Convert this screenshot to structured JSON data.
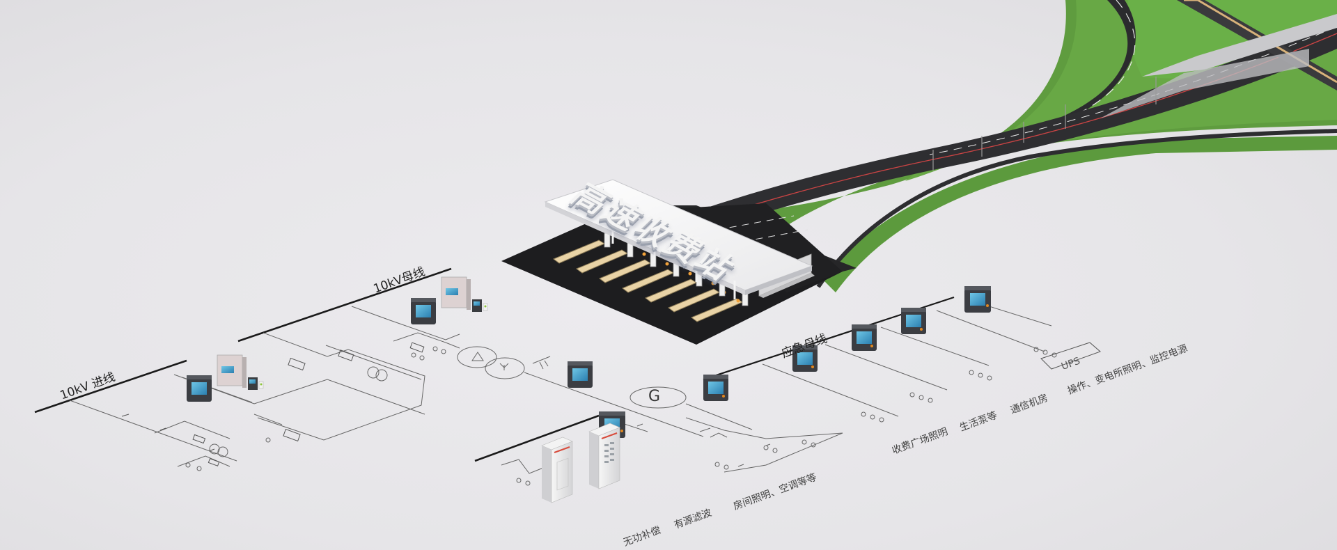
{
  "scene": {
    "toll_sign": "高速收费站",
    "labels": {
      "incoming_10kv": "10kV 进线",
      "bus_10kv": "10kV母线",
      "emergency_bus": "应急母线",
      "generator": "G",
      "ups": "UPS"
    },
    "bottom_loads": {
      "reactive_compensation": "无功补偿",
      "active_filter": "有源滤波",
      "lighting_ac": "房间照明、空调等等"
    },
    "emergency_loads": {
      "plaza_lighting": "收费广场照明",
      "water_pump": "生活泵等",
      "comm_room": "通信机房",
      "operation": "操作、变电所照明、监控电源"
    }
  }
}
